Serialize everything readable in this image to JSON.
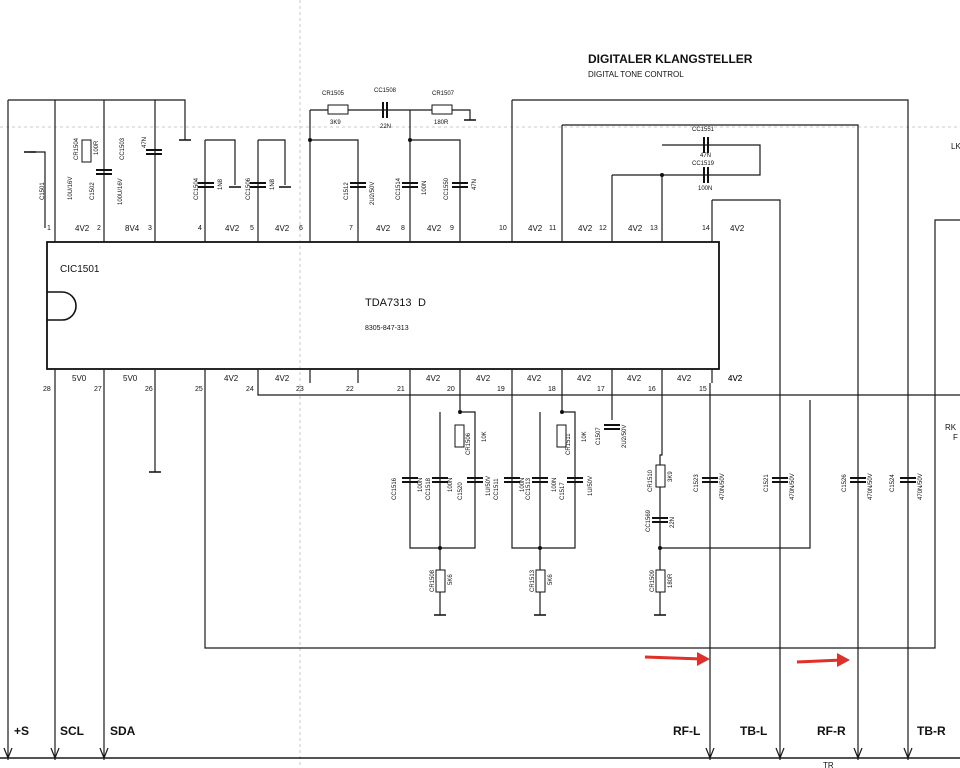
{
  "title": "DIGITALER KLANGSTELLER",
  "subtitle": "DIGITAL TONE CONTROL",
  "ic": {
    "ref": "CIC1501",
    "type": "TDA7313",
    "suffix": "D",
    "code": "8305-847-313"
  },
  "pins_top": [
    {
      "n": "1",
      "v": "4V2"
    },
    {
      "n": "2",
      "v": "8V4"
    },
    {
      "n": "3",
      "v": ""
    },
    {
      "n": "4",
      "v": "4V2"
    },
    {
      "n": "5",
      "v": "4V2"
    },
    {
      "n": "6",
      "v": ""
    },
    {
      "n": "7",
      "v": "4V2"
    },
    {
      "n": "8",
      "v": "4V2"
    },
    {
      "n": "9",
      "v": ""
    },
    {
      "n": "10",
      "v": "4V2"
    },
    {
      "n": "11",
      "v": "4V2"
    },
    {
      "n": "12",
      "v": "4V2"
    },
    {
      "n": "13",
      "v": ""
    },
    {
      "n": "14",
      "v": "4V2"
    }
  ],
  "pins_bottom": [
    {
      "n": "28",
      "v": "5V0"
    },
    {
      "n": "27",
      "v": "5V0"
    },
    {
      "n": "26",
      "v": ""
    },
    {
      "n": "25",
      "v": "4V2"
    },
    {
      "n": "24",
      "v": "4V2"
    },
    {
      "n": "23",
      "v": ""
    },
    {
      "n": "22",
      "v": ""
    },
    {
      "n": "21",
      "v": "4V2"
    },
    {
      "n": "20",
      "v": "4V2"
    },
    {
      "n": "19",
      "v": "4V2"
    },
    {
      "n": "18",
      "v": "4V2"
    },
    {
      "n": "17",
      "v": "4V2"
    },
    {
      "n": "16",
      "v": "4V2"
    },
    {
      "n": "15",
      "v": "4V2"
    }
  ],
  "edge_voltage": "4V2",
  "components": [
    {
      "ref": "CR1505",
      "value": "3K9"
    },
    {
      "ref": "CC1508",
      "value": "22N"
    },
    {
      "ref": "CR1507",
      "value": "180R"
    },
    {
      "ref": "C1501",
      "value": "10U/16V"
    },
    {
      "ref": "CR1504",
      "value": "100R"
    },
    {
      "ref": "C1502",
      "value": "100U/16V"
    },
    {
      "ref": "CC1503",
      "value": "47N"
    },
    {
      "ref": "CC1504",
      "value": "1N8"
    },
    {
      "ref": "CC1506",
      "value": "1N8"
    },
    {
      "ref": "C1512",
      "value": "2U2/50V"
    },
    {
      "ref": "CC1514",
      "value": "100N"
    },
    {
      "ref": "CC1550",
      "value": "47N"
    },
    {
      "ref": "CC1551",
      "value": "47N"
    },
    {
      "ref": "CC1519",
      "value": "100N"
    },
    {
      "ref": "CR1506",
      "value": "10K"
    },
    {
      "ref": "CC1516",
      "value": "100N"
    },
    {
      "ref": "CC1518",
      "value": "100N"
    },
    {
      "ref": "C1520",
      "value": "1U/50V"
    },
    {
      "ref": "CR1511",
      "value": "10K"
    },
    {
      "ref": "CC1511",
      "value": "100N"
    },
    {
      "ref": "CC1513",
      "value": "100N"
    },
    {
      "ref": "C1517",
      "value": "1U/50V"
    },
    {
      "ref": "C1507",
      "value": "2U2/50V"
    },
    {
      "ref": "CR1510",
      "value": "3K9"
    },
    {
      "ref": "CC1569",
      "value": "22N"
    },
    {
      "ref": "C1523",
      "value": "470N/50V"
    },
    {
      "ref": "C1521",
      "value": "470N/50V"
    },
    {
      "ref": "C1526",
      "value": "470N/50V"
    },
    {
      "ref": "C1524",
      "value": "470N/50V"
    },
    {
      "ref": "CR1508",
      "value": "5K6"
    },
    {
      "ref": "CR1513",
      "value": "5K6"
    },
    {
      "ref": "CR1509",
      "value": "180R"
    }
  ],
  "bus_labels": [
    "+S",
    "SCL",
    "SDA",
    "RF-L",
    "TB-L",
    "RF-R",
    "TB-R"
  ],
  "edge_labels": [
    "LK",
    "RK",
    "F",
    "TR"
  ],
  "colors": {
    "ink": "#1a1a1a",
    "arrow": "#e0302a",
    "paper": "#ffffff"
  }
}
